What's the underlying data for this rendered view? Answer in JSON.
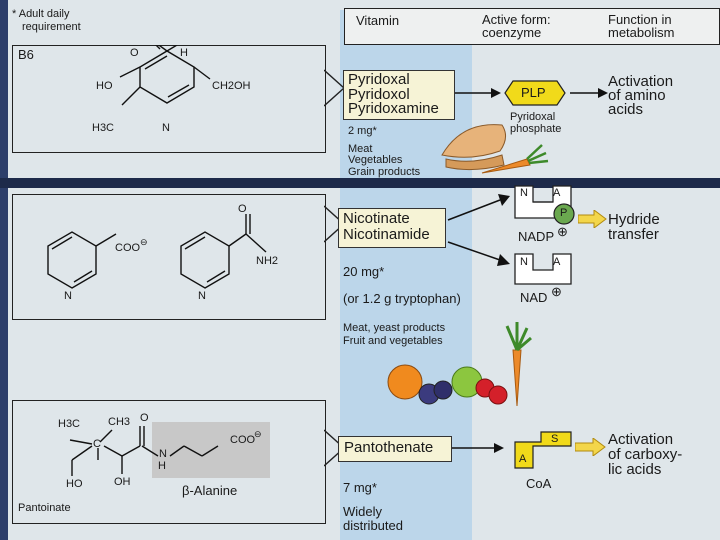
{
  "note": {
    "line1": "* Adult daily",
    "line2": "requirement"
  },
  "headers": {
    "vitamin": "Vitamin",
    "active_form_1": "Active form:",
    "active_form_2": "coenzyme",
    "function_1": "Function in",
    "function_2": "metabolism"
  },
  "b6": {
    "label": "B6",
    "struct_O": "O",
    "struct_H": "H",
    "struct_HO": "HO",
    "struct_CH2OH": "CH2OH",
    "struct_H3C": "H3C",
    "struct_N": "N",
    "vitamins": [
      "Pyridoxal",
      "Pyridoxol",
      "Pyridoxamine"
    ],
    "coenzyme": "PLP",
    "coenzyme_name_1": "Pyridoxal",
    "coenzyme_name_2": "phosphate",
    "function_1": "Activation",
    "function_2": "of amino",
    "function_3": "acids",
    "requirement": "2 mg*",
    "sources": [
      "Meat",
      "Vegetables",
      "Grain products"
    ]
  },
  "niacin": {
    "struct_COO": "COO",
    "struct_charge": "⊖",
    "struct_O": "O",
    "struct_NH2": "NH2",
    "struct_N": "N",
    "vitamins": [
      "Nicotinate",
      "Nicotinamide"
    ],
    "coenzyme_1": "NADP",
    "coenzyme_2": "NAD",
    "coenzyme_charge": "⊕",
    "box_N": "N",
    "box_A": "A",
    "box_P": "P",
    "function_1": "Hydride",
    "function_2": "transfer",
    "requirement": "20 mg*",
    "requirement_alt": "(or 1.2 g tryptophan)",
    "sources": [
      "Meat, yeast products",
      "Fruit and vegetables"
    ]
  },
  "pantothenate": {
    "struct_H3C": "H3C",
    "struct_CH3": "CH3",
    "struct_C": "C",
    "struct_O": "O",
    "struct_HO": "HO",
    "struct_OH": "OH",
    "struct_H": "H",
    "struct_N": "N",
    "struct_COO": "COO",
    "struct_charge": "⊖",
    "pantoinate": "Pantoinate",
    "beta_alanine": "β-Alanine",
    "vitamin": "Pantothenate",
    "coenzyme": "CoA",
    "box_S": "S",
    "box_A": "A",
    "function_1": "Activation",
    "function_2": "of carboxy-",
    "function_3": "lic acids",
    "requirement": "7 mg*",
    "sources": [
      "Widely",
      "distributed"
    ]
  },
  "colors": {
    "blue_column": "#bcd6ea",
    "background": "#dfe6ea",
    "coenzyme_yellow": "#f1da1a",
    "arrow_yellow": "#f3d64a",
    "phosphate_green": "#6aa84f"
  }
}
